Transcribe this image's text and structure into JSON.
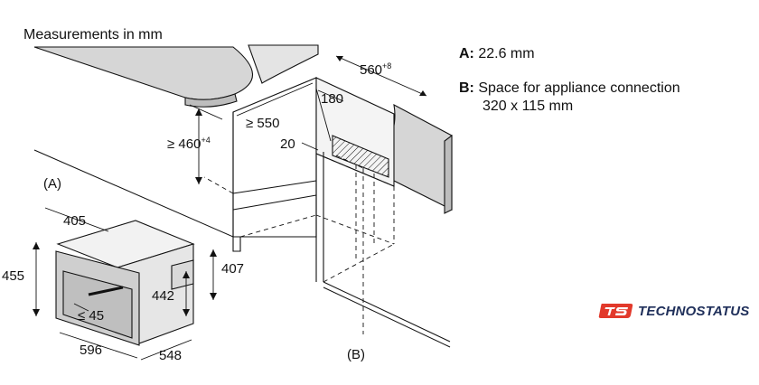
{
  "title": "Measurements in mm",
  "legend": {
    "a_key": "A:",
    "a_text": "22.6 mm",
    "b_key": "B:",
    "b_text_line1": "Space for appliance connection",
    "b_text_line2": "320 x 115 mm"
  },
  "dimensions": {
    "depth_cabinet": "560",
    "depth_cabinet_sup": "+8",
    "width_cutout": "180",
    "depth_min": "≥ 550",
    "height_niche": "≥ 460",
    "height_niche_sup": "+4",
    "gap": "20",
    "appliance_depth_front": "405",
    "appliance_height": "455",
    "appliance_body_height": "407",
    "appliance_door_height": "442",
    "appliance_handle": "≤ 45",
    "appliance_width": "596",
    "appliance_depth": "548"
  },
  "markers": {
    "a": "(A)",
    "b": "(B)"
  },
  "logo": {
    "mark": "tS",
    "text": "TECHNOSTATUS",
    "color": "#e2392b",
    "text_color": "#1f2f5a"
  }
}
